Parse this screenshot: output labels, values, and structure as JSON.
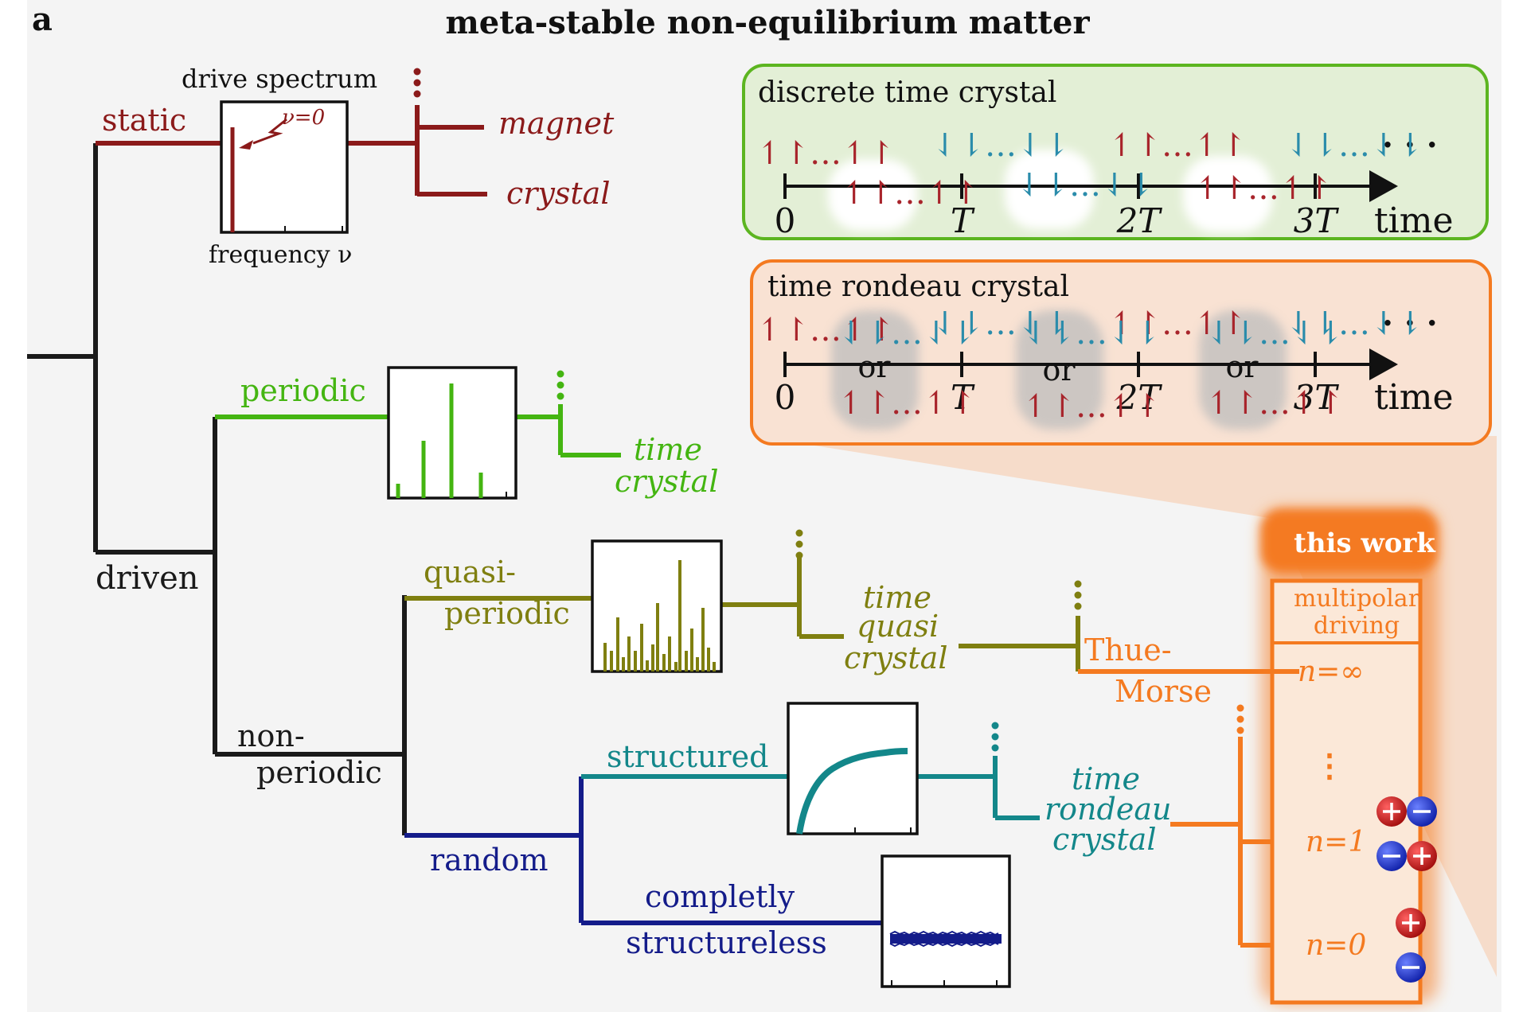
{
  "panel_label": "a",
  "title": "meta-stable non-equilibrium matter",
  "colors": {
    "static": "#8b1a1a",
    "periodic": "#44b511",
    "quasi": "#7f7f10",
    "structured": "#13878a",
    "random": "#141c8a",
    "root": "#1a1a1a",
    "orange": "#f47a20",
    "green_box_fill": "#e3efd6",
    "green_box_border": "#5cb520",
    "orange_box_fill": "#f9e2d3",
    "orange_box_border": "#f47a20",
    "background": "#f4f4f4"
  },
  "tree": {
    "static": "static",
    "driven": "driven",
    "periodic": "periodic",
    "non_periodic_1": "non-",
    "non_periodic_2": "periodic",
    "quasi_1": "quasi-",
    "quasi_2": "periodic",
    "random": "random",
    "structured": "structured",
    "completly": "completly",
    "structureless": "structureless"
  },
  "spectrum": {
    "title": "drive spectrum",
    "nu_label": "ν=0",
    "xlabel": "frequency ν"
  },
  "phases": {
    "magnet": "magnet",
    "crystal": "crystal",
    "time_crystal_1": "time",
    "time_crystal_2": "crystal",
    "tqc_1": "time",
    "tqc_2": "quasi",
    "tqc_3": "crystal",
    "trc_1": "time",
    "trc_2": "rondeau",
    "trc_3": "crystal",
    "thue_1": "Thue-",
    "thue_2": "Morse"
  },
  "this_work": {
    "badge": "this work",
    "header_1": "multipolar",
    "header_2": "driving",
    "n_inf": "n=∞",
    "n_1": "n=1",
    "n_0": "n=0",
    "vdots": "⋮"
  },
  "dtc_box": {
    "title": "discrete time crystal",
    "ticks": [
      "0",
      "T",
      "2T",
      "3T"
    ],
    "time_label": "time",
    "ellipsis": "· · ·"
  },
  "trc_box": {
    "title": "time rondeau crystal",
    "ticks": [
      "0",
      "T",
      "2T",
      "3T"
    ],
    "time_label": "time",
    "or": "or",
    "ellipsis": "· · ·"
  },
  "spin_glyphs": {
    "up": "↿↾…↿↾",
    "down": "⇃⇂…⇃⇂"
  }
}
